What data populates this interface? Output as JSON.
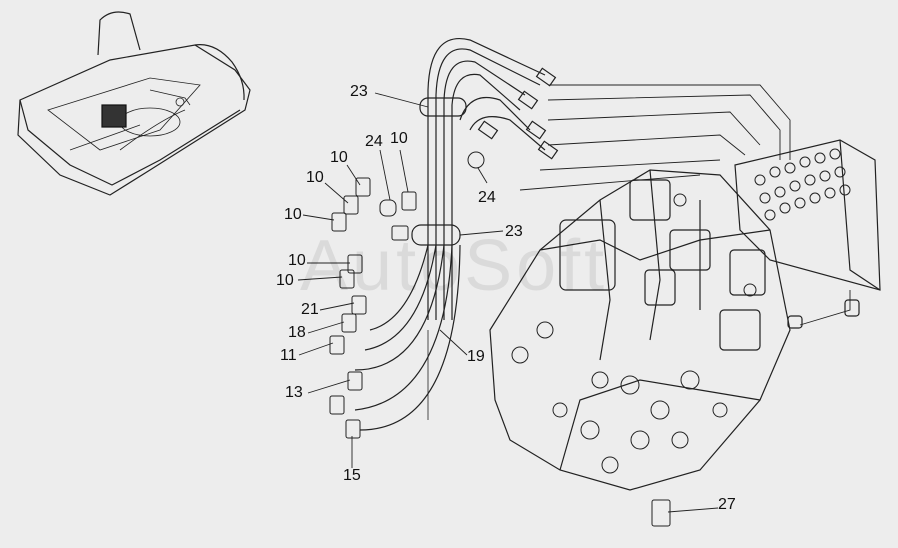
{
  "watermark": "AutoSoft",
  "callouts": {
    "c23a": "23",
    "c24a": "24",
    "c10a": "10",
    "c10b": "10",
    "c10c": "10",
    "c10d": "10",
    "c10e": "10",
    "c10f": "10",
    "c24b": "24",
    "c23b": "23",
    "c21": "21",
    "c18": "18",
    "c11": "11",
    "c19": "19",
    "c13": "13",
    "c15": "15",
    "c27": "27"
  },
  "colors": {
    "line": "#222222",
    "paper": "#ededed"
  }
}
